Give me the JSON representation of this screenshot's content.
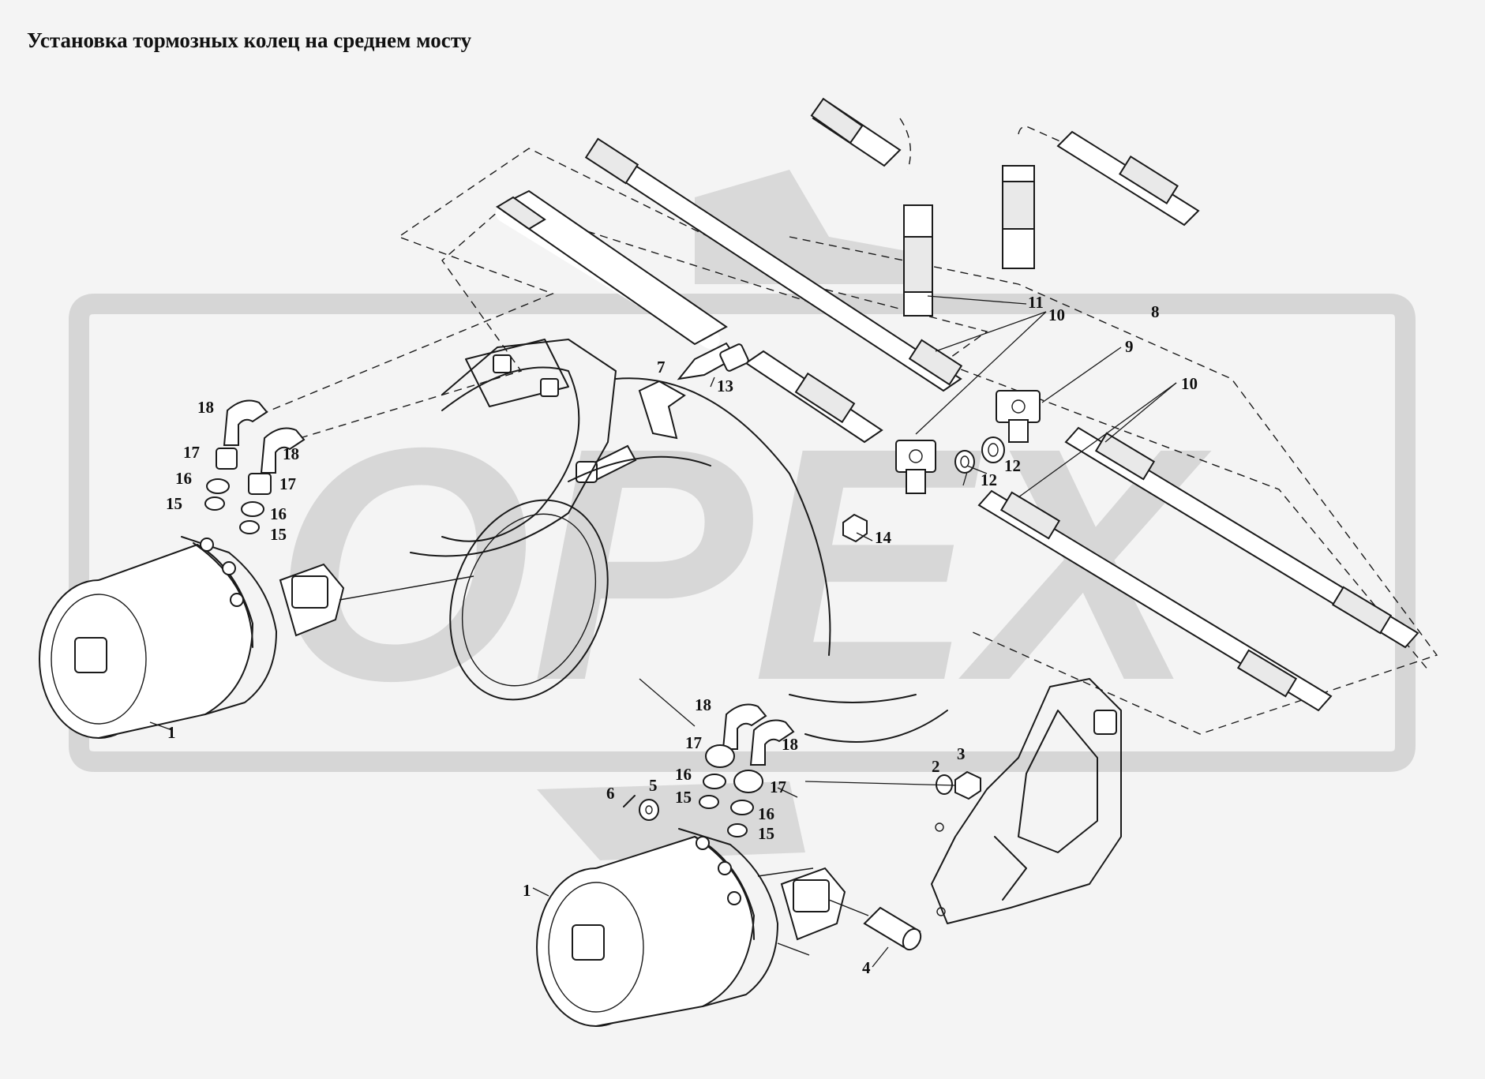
{
  "title": "Установка тормозных колец на среднем мосту",
  "watermark": {
    "text": "OPEX",
    "color": "#cfcfcf"
  },
  "colors": {
    "line": "#1a1a1a",
    "background": "#f4f4f4"
  },
  "callouts": [
    {
      "id": "c1a",
      "label": "1"
    },
    {
      "id": "c1b",
      "label": "1"
    },
    {
      "id": "c2",
      "label": "2"
    },
    {
      "id": "c3",
      "label": "3"
    },
    {
      "id": "c4",
      "label": "4"
    },
    {
      "id": "c5",
      "label": "5"
    },
    {
      "id": "c6",
      "label": "6"
    },
    {
      "id": "c7",
      "label": "7"
    },
    {
      "id": "c8",
      "label": "8"
    },
    {
      "id": "c9",
      "label": "9"
    },
    {
      "id": "c10a",
      "label": "10"
    },
    {
      "id": "c10b",
      "label": "10"
    },
    {
      "id": "c11",
      "label": "11"
    },
    {
      "id": "c12a",
      "label": "12"
    },
    {
      "id": "c12b",
      "label": "12"
    },
    {
      "id": "c13",
      "label": "13"
    },
    {
      "id": "c14",
      "label": "14"
    },
    {
      "id": "c15a",
      "label": "15"
    },
    {
      "id": "c15b",
      "label": "15"
    },
    {
      "id": "c15c",
      "label": "15"
    },
    {
      "id": "c15d",
      "label": "15"
    },
    {
      "id": "c16a",
      "label": "16"
    },
    {
      "id": "c16b",
      "label": "16"
    },
    {
      "id": "c16c",
      "label": "16"
    },
    {
      "id": "c16d",
      "label": "16"
    },
    {
      "id": "c17a",
      "label": "17"
    },
    {
      "id": "c17b",
      "label": "17"
    },
    {
      "id": "c17c",
      "label": "17"
    },
    {
      "id": "c17d",
      "label": "17"
    },
    {
      "id": "c18a",
      "label": "18"
    },
    {
      "id": "c18b",
      "label": "18"
    },
    {
      "id": "c18c",
      "label": "18"
    },
    {
      "id": "c18d",
      "label": "18"
    }
  ]
}
